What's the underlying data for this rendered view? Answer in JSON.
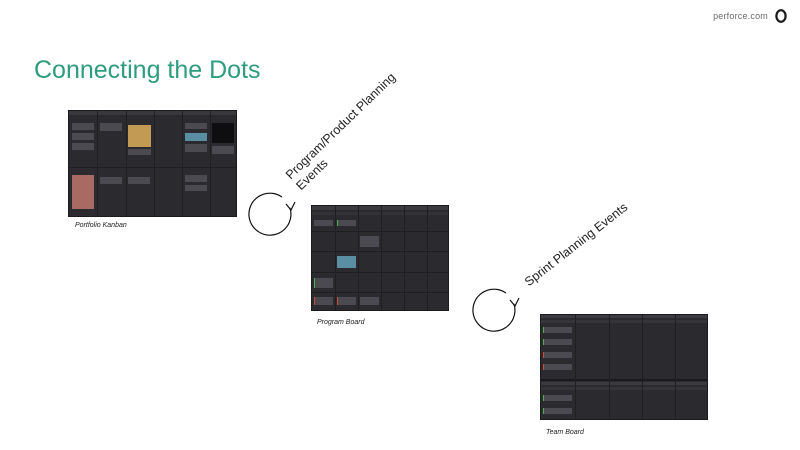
{
  "header": {
    "brand": "perforce.com",
    "logo_icon": "perforce-logo-icon"
  },
  "slide": {
    "title": "Connecting the Dots"
  },
  "boards": {
    "portfolio": {
      "caption": "Portfolio Kanban"
    },
    "program": {
      "caption": "Program Board"
    },
    "team": {
      "caption": "Team Board"
    }
  },
  "events": {
    "program_planning": {
      "line1": "Program/Product Planning",
      "line2": "Events"
    },
    "sprint_planning": {
      "line1": "Sprint Planning Events"
    }
  },
  "colors": {
    "accent": "#2e9c7f",
    "board_bg": "#2b2b2f"
  }
}
